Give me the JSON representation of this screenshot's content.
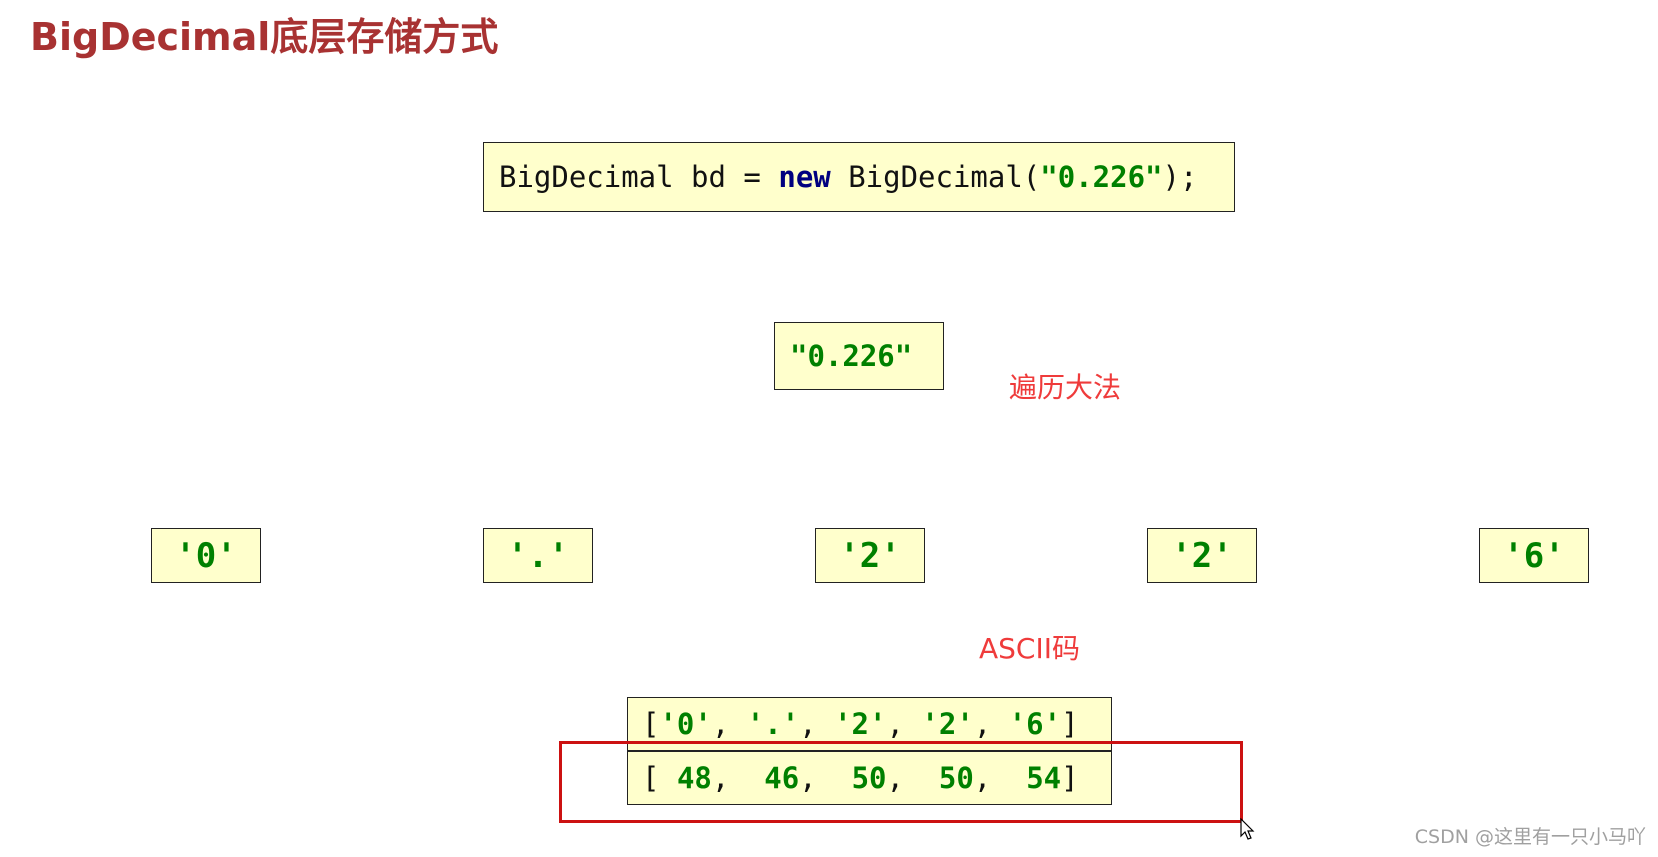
{
  "title": "BigDecimal底层存储方式",
  "code_line": {
    "type_text": "BigDecimal bd = ",
    "keyword": "new",
    "ctor_text": " BigDecimal(",
    "string_literal": "\"0.226\"",
    "closing": ");"
  },
  "string_box": "\"0.226\"",
  "traverse_label": "遍历大法",
  "chars": [
    "'0'",
    "'.'",
    "'2'",
    "'2'",
    "'6'"
  ],
  "ascii_label": "ASCII码",
  "char_array": {
    "open": "[",
    "items": [
      "'0'",
      "'.'",
      "'2'",
      "'2'",
      "'6'"
    ],
    "close": "]"
  },
  "ascii_array": {
    "open": "[",
    "items": [
      "48",
      "46",
      "50",
      "50",
      "54"
    ],
    "close": "]"
  },
  "watermark": "CSDN @这里有一只小马吖",
  "colors": {
    "title": "#a83232",
    "box_fill": "#ffffcc",
    "keyword": "#000080",
    "string": "#008000",
    "note": "#ef3b3b",
    "highlight": "#cc1111"
  }
}
